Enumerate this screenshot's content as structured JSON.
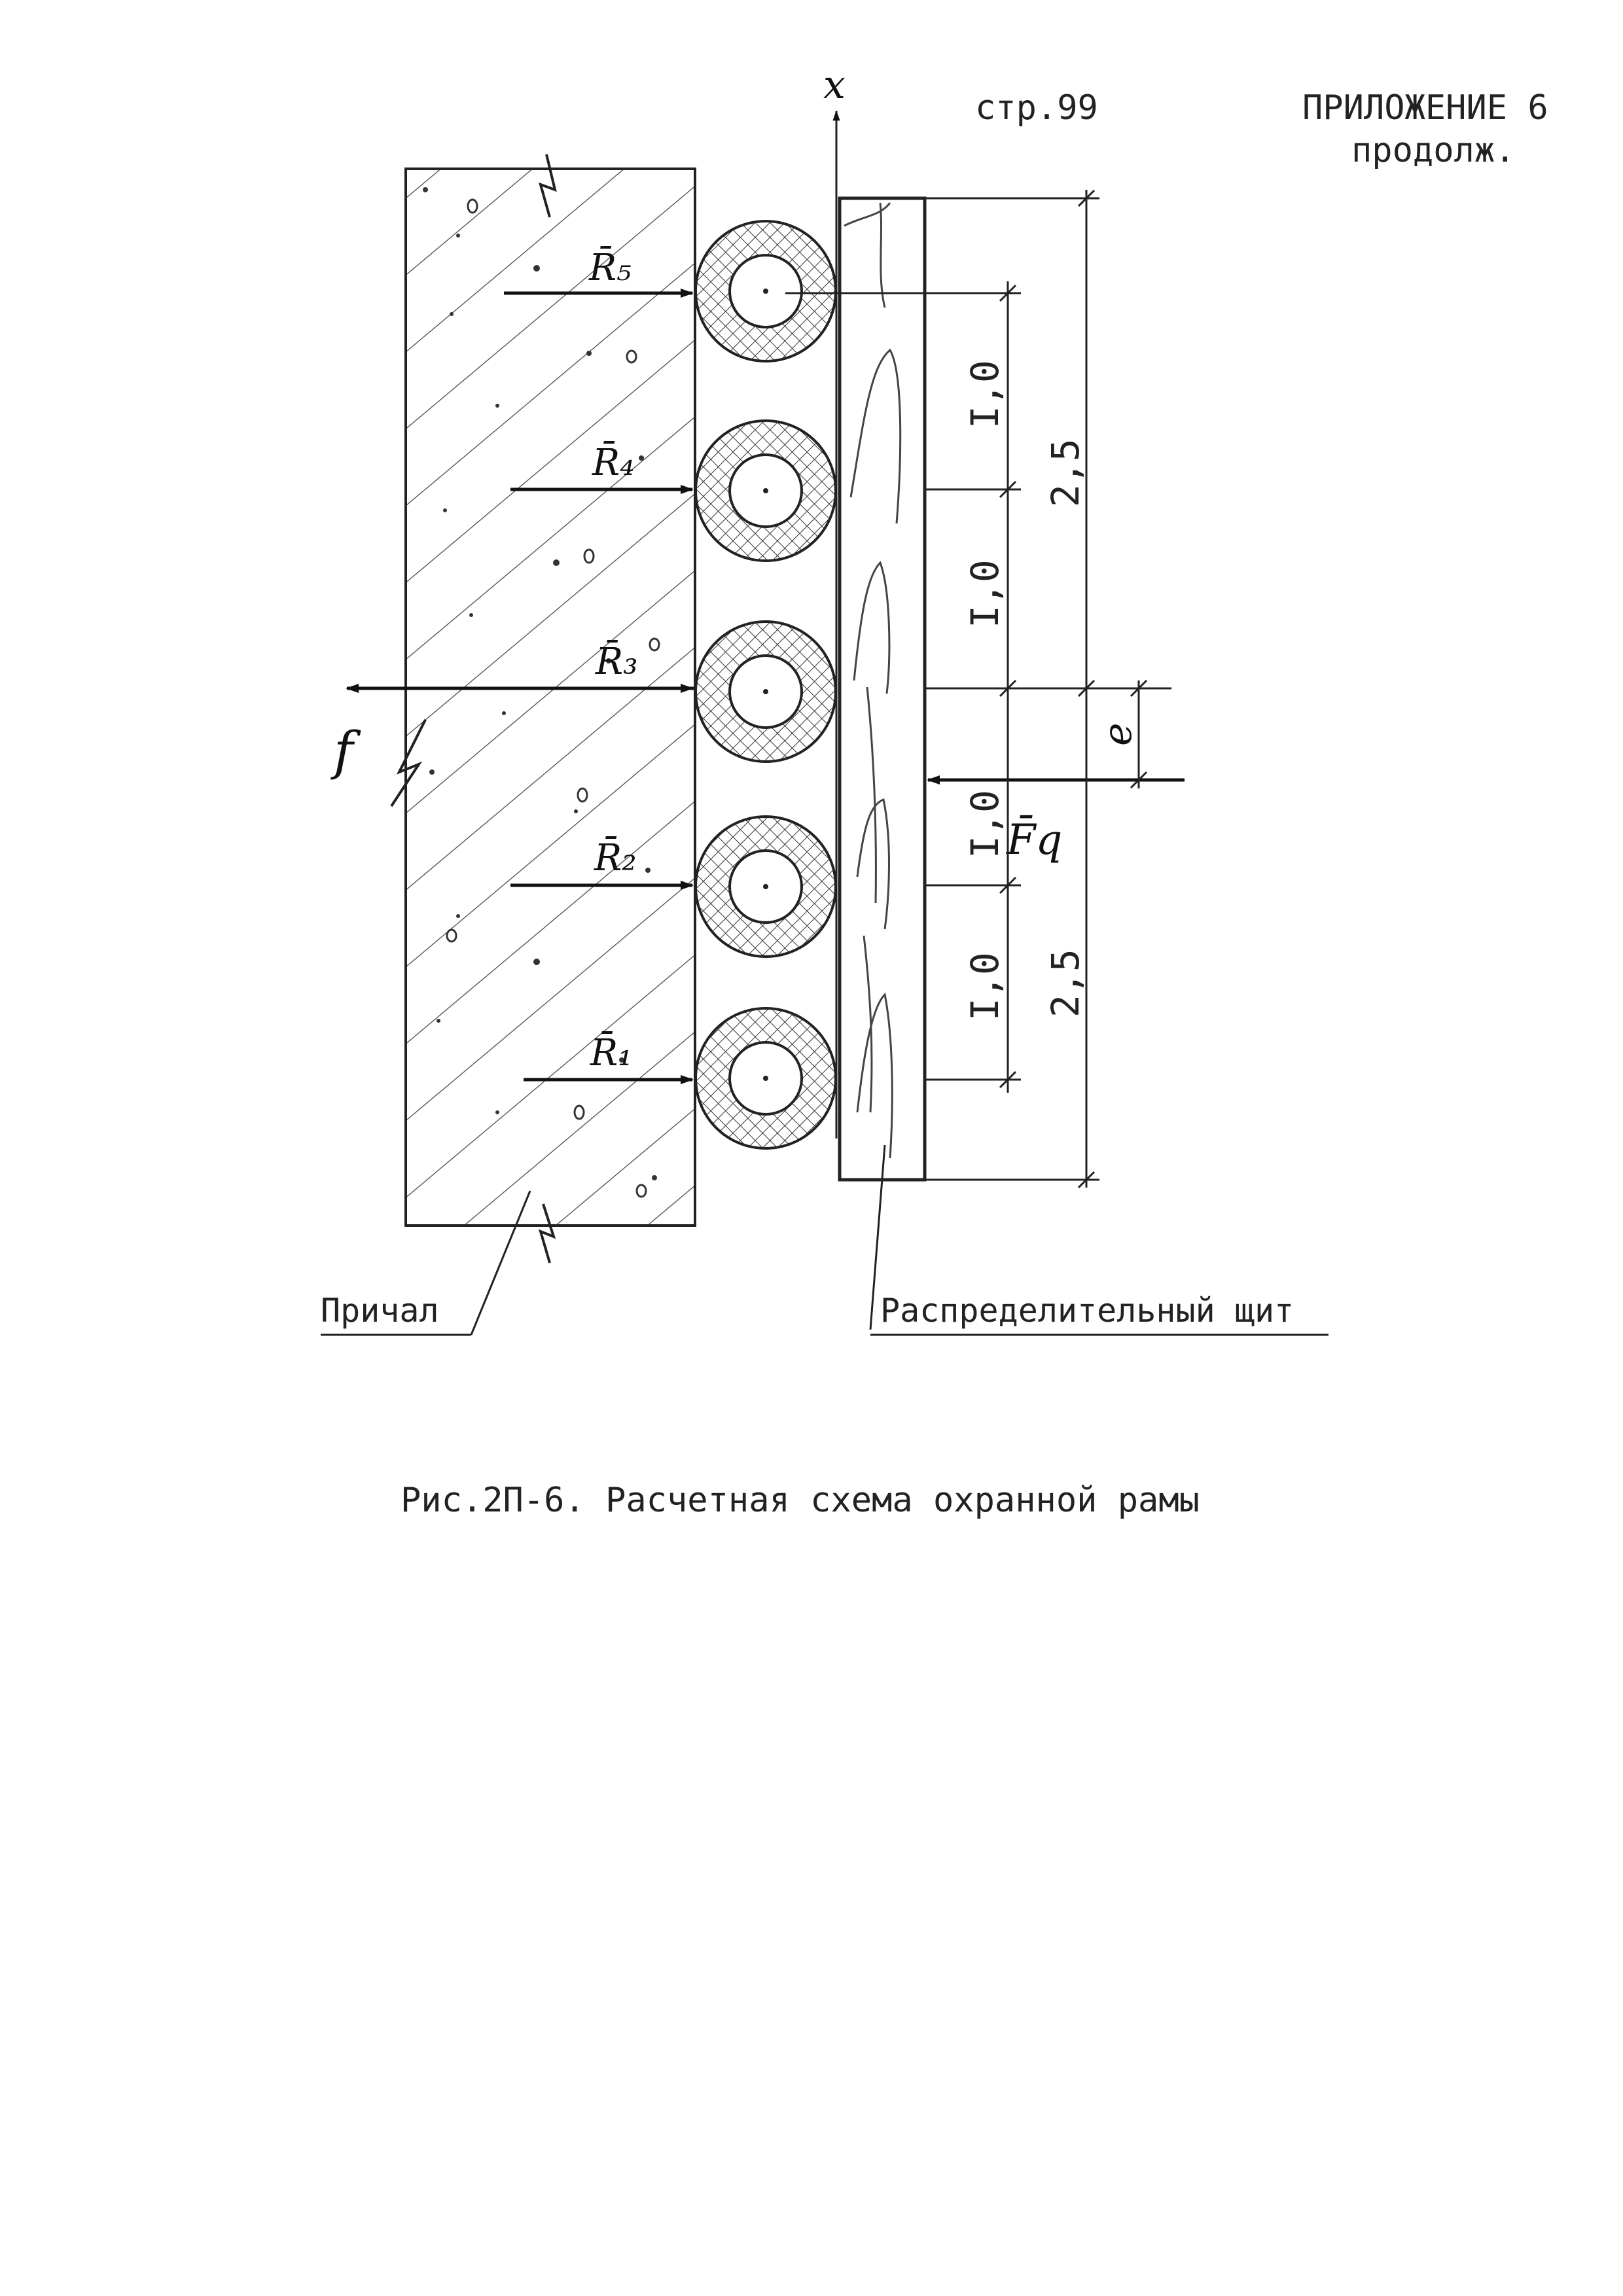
{
  "header": {
    "page_number": "стр.99",
    "appendix": "ПРИЛОЖЕНИЕ 6",
    "continued": "продолж."
  },
  "diagram": {
    "axis_label": "x",
    "force_labels": [
      "R̄₁",
      "R̄₂",
      "R̄₃",
      "R̄₄",
      "R̄₅"
    ],
    "friction_label": "f",
    "load_label": "F̄q",
    "eccentricity_label": "e",
    "dim_inner": [
      "I,0",
      "I,0",
      "I,0",
      "I,0"
    ],
    "dim_outer": [
      "2,5",
      "2,5"
    ],
    "berth_label": "Причал",
    "panel_label": "Распределительный щит"
  },
  "caption": "Рис.2П-6. Расчетная схема охранной рамы"
}
